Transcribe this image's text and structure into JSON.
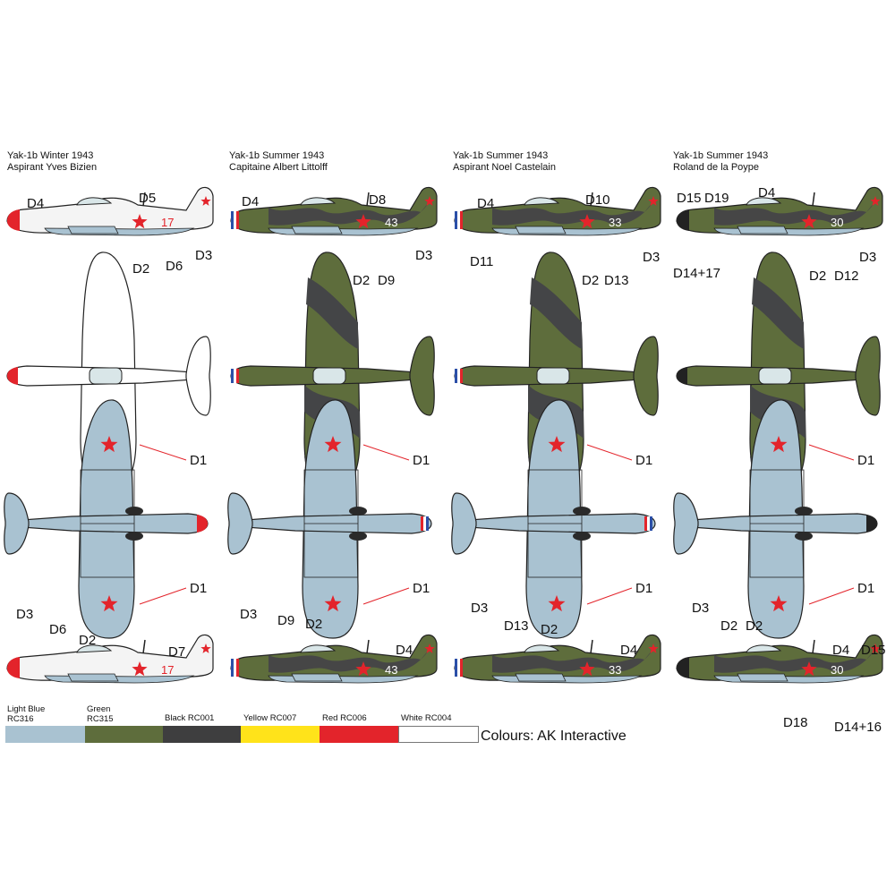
{
  "profiles": [
    {
      "line1": "Yak-1b Winter 1943",
      "line2": "Aspirant Yves Bizien",
      "scheme": "winter",
      "number": "17",
      "top_callouts": [
        "D4",
        "D5",
        "D2",
        "D6",
        "D3"
      ],
      "lower_callouts": [
        "D1",
        "D1"
      ],
      "bottom_callouts": [
        "D3",
        "D6",
        "D2",
        "D7"
      ]
    },
    {
      "line1": "Yak-1b Summer 1943",
      "line2": "Capitaine Albert Littolff",
      "scheme": "summer",
      "number": "43",
      "top_callouts": [
        "D4",
        "D8",
        "D3",
        "D2",
        "D9"
      ],
      "lower_callouts": [
        "D1",
        "D1"
      ],
      "bottom_callouts": [
        "D3",
        "D9",
        "D2",
        "D4"
      ]
    },
    {
      "line1": "Yak-1b Summer 1943",
      "line2": "Aspirant Noel Castelain",
      "scheme": "summer",
      "number": "33",
      "top_callouts": [
        "D4",
        "D10",
        "D11",
        "D3",
        "D2",
        "D13"
      ],
      "lower_callouts": [
        "D1",
        "D1"
      ],
      "bottom_callouts": [
        "D3",
        "D13",
        "D2",
        "D4"
      ]
    },
    {
      "line1": "Yak-1b Summer 1943",
      "line2": "Roland de la Poype",
      "scheme": "summer",
      "number": "30",
      "top_callouts": [
        "D15",
        "D19",
        "D4",
        "D3",
        "D14+17",
        "D2",
        "D12"
      ],
      "lower_callouts": [
        "D1",
        "D1"
      ],
      "bottom_callouts": [
        "D3",
        "D2",
        "D2",
        "D4",
        "D15",
        "D18",
        "D14+16"
      ]
    }
  ],
  "palette": [
    {
      "label": "Light Blue RC316",
      "color": "#a9c2d1"
    },
    {
      "label": "Green RC315",
      "color": "#5e6d3c"
    },
    {
      "label": "Black RC001",
      "color": "#3e3e3f"
    },
    {
      "label": "Yellow RC007",
      "color": "#ffe31a"
    },
    {
      "label": "Red RC006",
      "color": "#e3242b"
    },
    {
      "label": "White RC004",
      "color": "#ffffff"
    }
  ],
  "credit": "Colours: AK Interactive",
  "colors": {
    "green": "#5e6d3c",
    "dark_grey": "#444547",
    "light_blue": "#a9c2d1",
    "red": "#e3242b",
    "white": "#ffffff",
    "outline": "#222222"
  }
}
